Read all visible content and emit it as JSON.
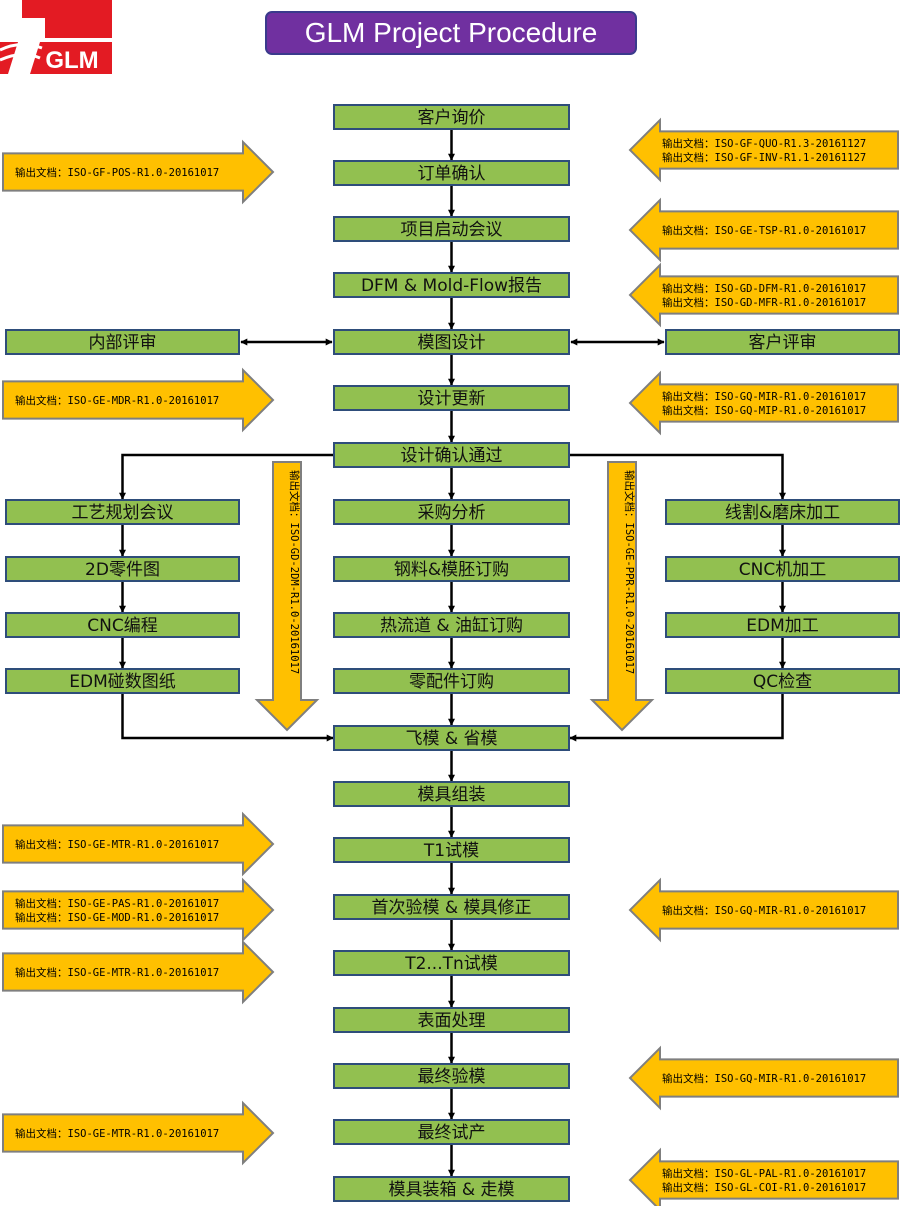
{
  "title": "GLM Project Procedure",
  "logo": {
    "text": "GLM"
  },
  "colors": {
    "box_fill": "#92c050",
    "box_border": "#2e4d7a",
    "doc_fill": "#ffc000",
    "doc_border": "#7f7f7f",
    "banner": "#7030a0",
    "logo_red": "#e31b23"
  },
  "main_steps": [
    {
      "id": "inquiry",
      "label": "客户询价"
    },
    {
      "id": "order",
      "label": "订单确认"
    },
    {
      "id": "kickoff",
      "label": "项目启动会议"
    },
    {
      "id": "dfm",
      "label": "DFM & Mold-Flow报告"
    },
    {
      "id": "design",
      "label": "模图设计"
    },
    {
      "id": "design_update",
      "label": "设计更新"
    },
    {
      "id": "design_approved",
      "label": "设计确认通过"
    },
    {
      "id": "purchase_analysis",
      "label": "采购分析"
    },
    {
      "id": "steel_order",
      "label": "钢料&模胚订购"
    },
    {
      "id": "hotrunner_order",
      "label": "热流道 & 油缸订购"
    },
    {
      "id": "parts_order",
      "label": "零配件订购"
    },
    {
      "id": "fitting",
      "label": "飞模 & 省模"
    },
    {
      "id": "assembly",
      "label": "模具组装"
    },
    {
      "id": "t1",
      "label": "T1试模"
    },
    {
      "id": "first_inspection",
      "label": "首次验模 & 模具修正"
    },
    {
      "id": "t2tn",
      "label": "T2...Tn试模"
    },
    {
      "id": "surface",
      "label": "表面处理"
    },
    {
      "id": "final_inspection",
      "label": "最终验模"
    },
    {
      "id": "final_trial",
      "label": "最终试产"
    },
    {
      "id": "packing",
      "label": "模具装箱 & 走模"
    }
  ],
  "left_column": [
    {
      "id": "process_meeting",
      "label": "工艺规划会议"
    },
    {
      "id": "drawing_2d",
      "label": "2D零件图"
    },
    {
      "id": "cnc_program",
      "label": "CNC编程"
    },
    {
      "id": "edm_drawing",
      "label": "EDM碰数图纸"
    }
  ],
  "right_column": [
    {
      "id": "wire_grind",
      "label": "线割&磨床加工"
    },
    {
      "id": "cnc_machining",
      "label": "CNC机加工"
    },
    {
      "id": "edm_machining",
      "label": "EDM加工"
    },
    {
      "id": "qc",
      "label": "QC检查"
    }
  ],
  "reviews": {
    "internal": "内部评审",
    "customer": "客户评审"
  },
  "docs_left": [
    {
      "lines": [
        "输出文档：ISO-GF-POS-R1.0-20161017"
      ]
    },
    {
      "lines": [
        "输出文档：ISO-GE-MDR-R1.0-20161017"
      ]
    },
    {
      "lines": [
        "输出文档：ISO-GE-MTR-R1.0-20161017"
      ]
    },
    {
      "lines": [
        "输出文档：ISO-GE-PAS-R1.0-20161017",
        "输出文档：ISO-GE-MOD-R1.0-20161017"
      ]
    },
    {
      "lines": [
        "输出文档：ISO-GE-MTR-R1.0-20161017"
      ]
    },
    {
      "lines": [
        "输出文档：ISO-GE-MTR-R1.0-20161017"
      ]
    }
  ],
  "docs_right": [
    {
      "lines": [
        "输出文档：ISO-GF-QUO-R1.3-20161127",
        "输出文档：ISO-GF-INV-R1.1-20161127"
      ]
    },
    {
      "lines": [
        "输出文档：ISO-GE-TSP-R1.0-20161017"
      ]
    },
    {
      "lines": [
        "输出文档：ISO-GD-DFM-R1.0-20161017",
        "输出文档：ISO-GD-MFR-R1.0-20161017"
      ]
    },
    {
      "lines": [
        "输出文档：ISO-GQ-MIR-R1.0-20161017",
        "输出文档：ISO-GQ-MIP-R1.0-20161017"
      ]
    },
    {
      "lines": [
        "输出文档：ISO-GQ-MIR-R1.0-20161017"
      ]
    },
    {
      "lines": [
        "输出文档：ISO-GQ-MIR-R1.0-20161017"
      ]
    },
    {
      "lines": [
        "输出文档：ISO-GL-PAL-R1.0-20161017",
        "输出文档：ISO-GL-COI-R1.0-20161017"
      ]
    }
  ],
  "docs_vertical": [
    {
      "text": "输出文档：ISO-GD-2DM-R1.0-20161017"
    },
    {
      "text": "输出文档：ISO-GE-PPR-R1.0-20161017"
    }
  ]
}
